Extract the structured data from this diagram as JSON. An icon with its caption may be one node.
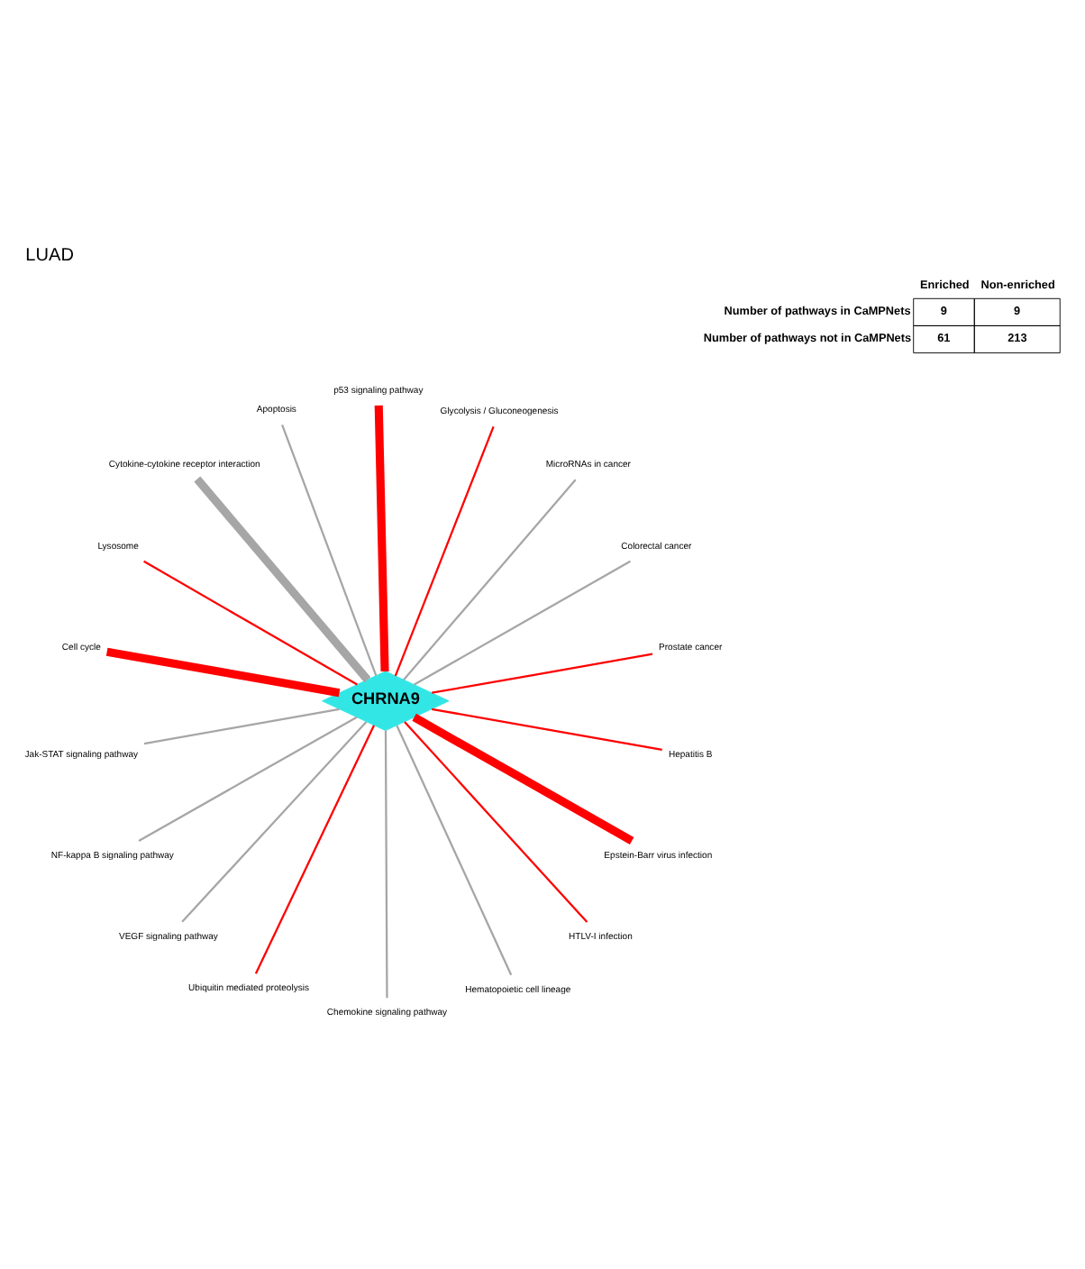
{
  "diagram": {
    "title": "LUAD",
    "nodes": [
      {
        "text": [
          "CHRNA9"
        ]
      },
      {
        "text": [
          "Prostate cancer"
        ]
      },
      {
        "text": [
          "Colorectal cancer"
        ]
      },
      {
        "text": [
          "MicroRNAs in cancer"
        ]
      },
      {
        "text": [
          "Glycolysis / Gluconeogenesis"
        ]
      },
      {
        "text": [
          "p53 signaling pathway"
        ]
      },
      {
        "text": [
          "Apoptosis"
        ]
      },
      {
        "text": [
          "Cytokine-cytokine receptor interaction"
        ]
      },
      {
        "text": [
          "Lysosome"
        ]
      },
      {
        "text": [
          "Cell cycle"
        ]
      },
      {
        "text": [
          "Jak-STAT signaling pathway"
        ]
      },
      {
        "text": [
          "NF-kappa B signaling pathway"
        ]
      },
      {
        "text": [
          "VEGF signaling pathway"
        ]
      },
      {
        "text": [
          "Ubiquitin mediated proteolysis"
        ]
      },
      {
        "text": [
          "Chemokine signaling pathway"
        ]
      },
      {
        "text": [
          "Hematopoietic cell lineage"
        ]
      },
      {
        "text": [
          "HTLV-I infection"
        ]
      },
      {
        "text": [
          "Epstein-Barr virus infection"
        ]
      },
      {
        "text": [
          "Hepatitis B"
        ]
      }
    ],
    "edges": [
      {
        "from": 0,
        "to": 1,
        "arrow": "none",
        "color": "#ff0000"
      },
      {
        "from": 0,
        "to": 2,
        "arrow": "none",
        "color": "#a6a6a6"
      },
      {
        "from": 0,
        "to": 3,
        "arrow": "none",
        "color": "#a6a6a6"
      },
      {
        "from": 0,
        "to": 4,
        "arrow": "none",
        "color": "#ff0000"
      },
      {
        "from": 0,
        "to": 5,
        "arrow": "none",
        "color": "#ff0000",
        "style": "thick"
      },
      {
        "from": 0,
        "to": 6,
        "arrow": "none",
        "color": "#a6a6a6"
      },
      {
        "from": 0,
        "to": 7,
        "arrow": "none",
        "color": "#a6a6a6",
        "style": "thick"
      },
      {
        "from": 0,
        "to": 8,
        "arrow": "none",
        "color": "#ff0000"
      },
      {
        "from": 0,
        "to": 9,
        "arrow": "none",
        "color": "#ff0000",
        "style": "thick"
      },
      {
        "from": 0,
        "to": 10,
        "arrow": "none",
        "color": "#a6a6a6"
      },
      {
        "from": 0,
        "to": 11,
        "arrow": "none",
        "color": "#a6a6a6"
      },
      {
        "from": 0,
        "to": 12,
        "arrow": "none",
        "color": "#a6a6a6"
      },
      {
        "from": 0,
        "to": 13,
        "arrow": "none",
        "color": "#ff0000"
      },
      {
        "from": 0,
        "to": 14,
        "arrow": "none",
        "color": "#a6a6a6"
      },
      {
        "from": 0,
        "to": 15,
        "arrow": "none",
        "color": "#a6a6a6"
      },
      {
        "from": 0,
        "to": 16,
        "arrow": "none",
        "color": "#ff0000"
      },
      {
        "from": 0,
        "to": 17,
        "arrow": "none",
        "color": "#ff0000",
        "style": "thick"
      },
      {
        "from": 0,
        "to": 18,
        "arrow": "none",
        "color": "#ff0000"
      }
    ],
    "labels": [
      "Enriched",
      "Non-enriched",
      "Number of pathways in CaMPNets",
      "9",
      "9",
      "Number of pathways not in CaMPNets",
      "61",
      "213"
    ]
  }
}
